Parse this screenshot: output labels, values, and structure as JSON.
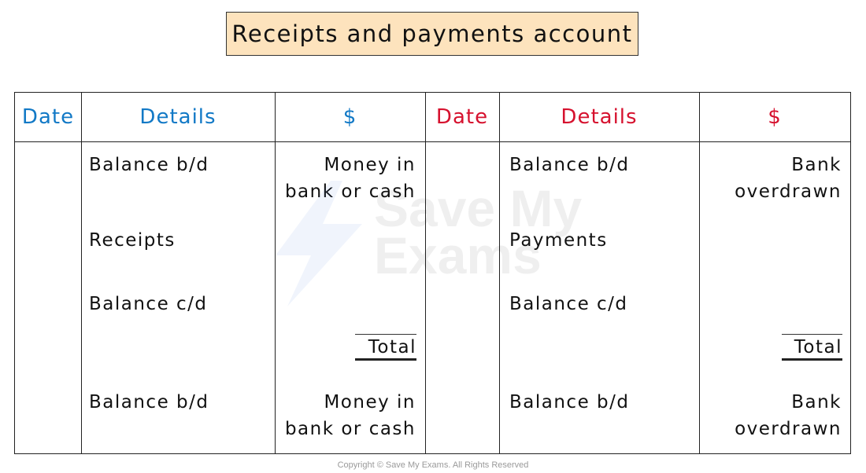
{
  "title": "Receipts and payments account",
  "colors": {
    "title_bg": "#fde3bd",
    "debit_header": "#1279c6",
    "credit_header": "#d6112e"
  },
  "headers": {
    "debit": {
      "date": "Date",
      "details": "Details",
      "amount": "$"
    },
    "credit": {
      "date": "Date",
      "details": "Details",
      "amount": "$"
    }
  },
  "debit_rows": [
    {
      "details": "Balance b/d",
      "amount_line1": "Money in",
      "amount_line2": "bank or cash"
    },
    {
      "details": "Receipts",
      "amount_line1": "",
      "amount_line2": ""
    },
    {
      "details": "Balance c/d",
      "amount_line1": "",
      "amount_line2": ""
    },
    {
      "details": "Balance b/d",
      "amount_line1": "Money in",
      "amount_line2": "bank or cash"
    }
  ],
  "credit_rows": [
    {
      "details": "Balance b/d",
      "amount_line1": "Bank",
      "amount_line2": "overdrawn"
    },
    {
      "details": "Payments",
      "amount_line1": "",
      "amount_line2": ""
    },
    {
      "details": "Balance c/d",
      "amount_line1": "",
      "amount_line2": ""
    },
    {
      "details": "Balance b/d",
      "amount_line1": "Bank",
      "amount_line2": "overdrawn"
    }
  ],
  "totals": {
    "debit": "Total",
    "credit": "Total"
  },
  "watermark": {
    "line1": "Save My",
    "line2": "Exams"
  },
  "copyright": "Copyright © Save My Exams. All Rights Reserved"
}
